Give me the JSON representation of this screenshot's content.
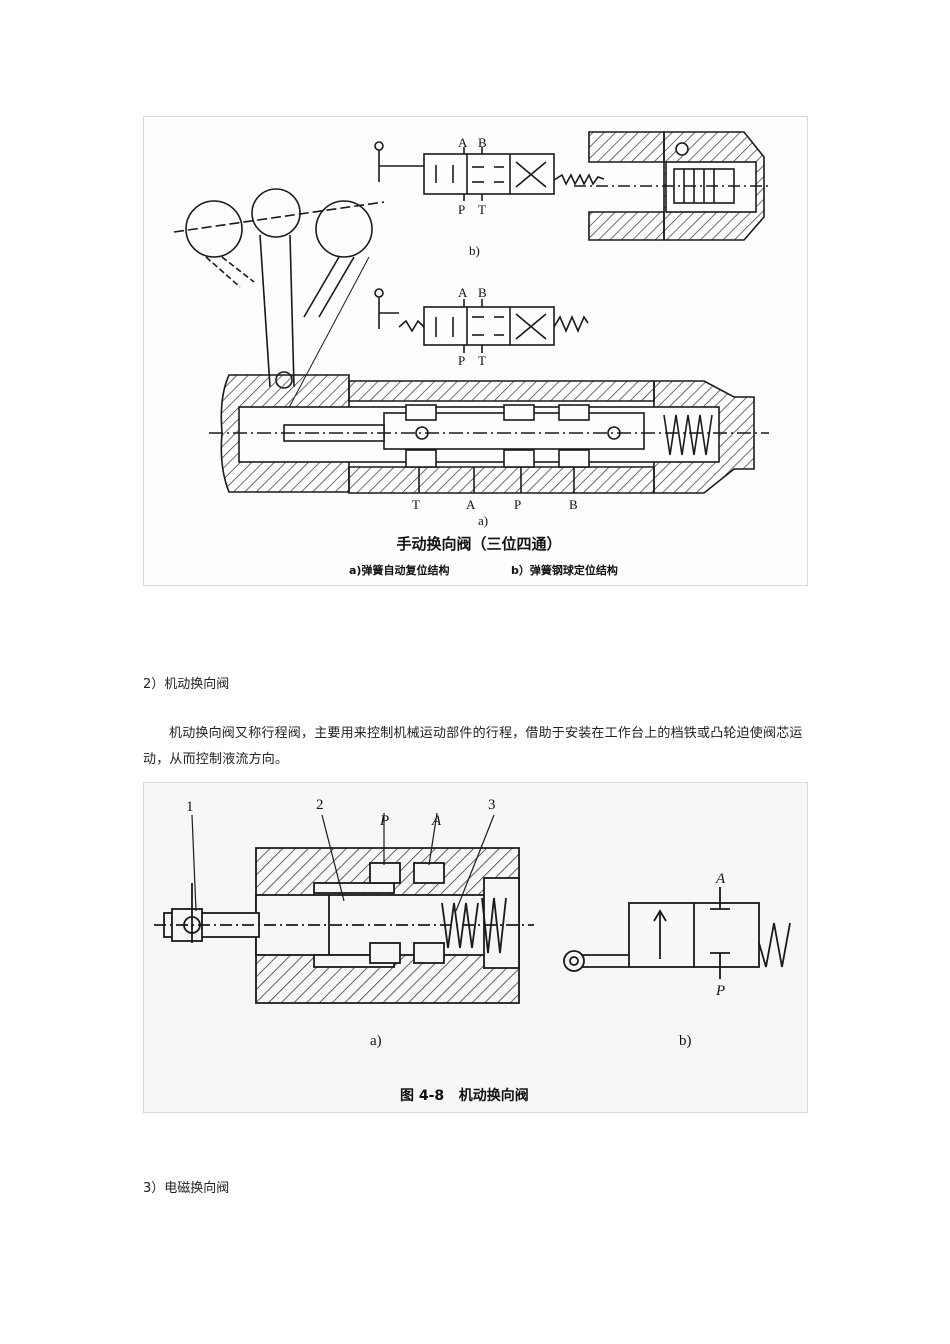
{
  "figure1": {
    "top_labels": {
      "a": "A",
      "b": "B",
      "p": "P",
      "t": "T"
    },
    "mid_labels": {
      "a": "A",
      "b": "B",
      "p": "P",
      "t": "T"
    },
    "port_labels": [
      "T",
      "A",
      "P",
      "B"
    ],
    "sub_a": "a)",
    "sub_b": "b)",
    "title": "手动换向阀（三位四通）",
    "caption_a": "a)弹簧自动复位结构",
    "caption_b": "b）弹簧钢球定位结构"
  },
  "section2": {
    "heading": "2）机动换向阀",
    "body": "机动换向阀又称行程阀，主要用来控制机械运动部件的行程，借助于安装在工作台上的档铁或凸轮迫使阀芯运动，从而控制液流方向。"
  },
  "figure2": {
    "callouts": [
      "1",
      "2",
      "3"
    ],
    "port_p": "P",
    "port_a": "A",
    "symbol_a": "A",
    "symbol_p": "P",
    "sub_a": "a)",
    "sub_b": "b)",
    "caption": "图 4-8   机动换向阀"
  },
  "section3": {
    "heading": "3）电磁换向阀"
  }
}
